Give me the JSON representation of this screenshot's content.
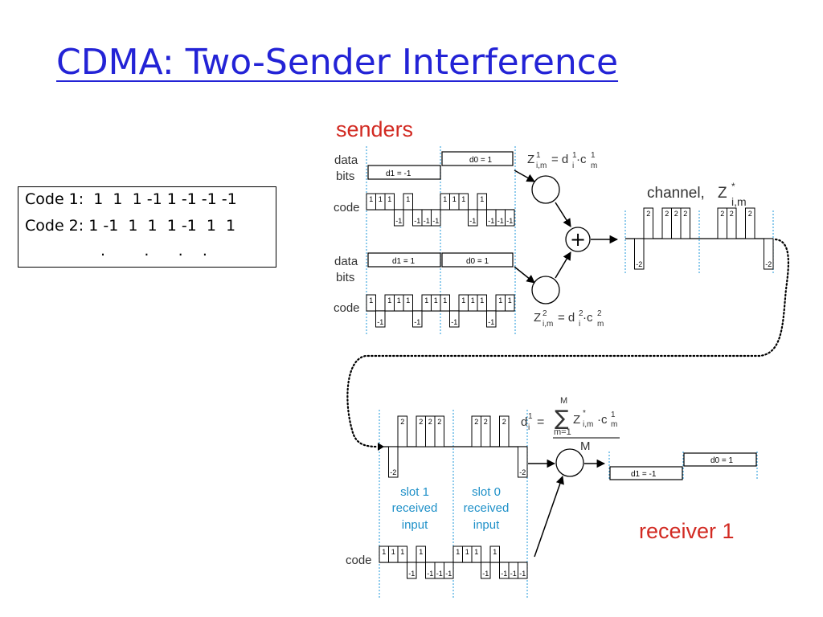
{
  "title": "CDMA: Two-Sender Interference",
  "code_box": {
    "line1": "Code 1:  1  1  1 -1 1 -1 -1 -1",
    "line2": "Code 2: 1 -1  1  1  1 -1  1  1",
    "line3": ".        .      .    ."
  },
  "labels": {
    "senders": "senders",
    "data": "data",
    "bits": "bits",
    "code": "code",
    "channel": "channel,",
    "receiver": "receiver 1",
    "slot1": [
      "slot 1",
      "received",
      "input"
    ],
    "slot0": [
      "slot 0",
      "received",
      "input"
    ],
    "sum_M_top": "M",
    "sum_m1": "m=1",
    "sum_M_bottom": "M",
    "sum_symbol": "∑",
    "plus_symbol": "+"
  },
  "sender1": {
    "slot1_bit": -1,
    "slot0_bit": 1,
    "slot1_label": "d1 = -1",
    "slot0_label": "d0 = 1",
    "code": [
      1,
      1,
      1,
      -1,
      1,
      -1,
      -1,
      -1
    ]
  },
  "sender2": {
    "slot1_bit": 1,
    "slot0_bit": 1,
    "slot1_label": "d1 = 1",
    "slot0_label": "d0 = 1",
    "code": [
      1,
      -1,
      1,
      1,
      1,
      -1,
      1,
      1
    ]
  },
  "channel_values": [
    0,
    -2,
    2,
    0,
    2,
    2,
    2,
    0,
    0,
    0,
    2,
    2,
    0,
    2,
    0,
    -2
  ],
  "receiver_code": [
    1,
    1,
    1,
    -1,
    1,
    -1,
    -1,
    -1
  ],
  "receiver_output": {
    "slot1_bit": -1,
    "slot0_bit": 1,
    "slot1_label": "d1 = -1",
    "slot0_label": "d0 = 1"
  },
  "colors": {
    "title": "#2323d6",
    "red": "#d22a22",
    "blue_text": "#1e90c8",
    "slot_divider": "#44a8e0",
    "black": "#000000",
    "gray_text": "#333333"
  }
}
